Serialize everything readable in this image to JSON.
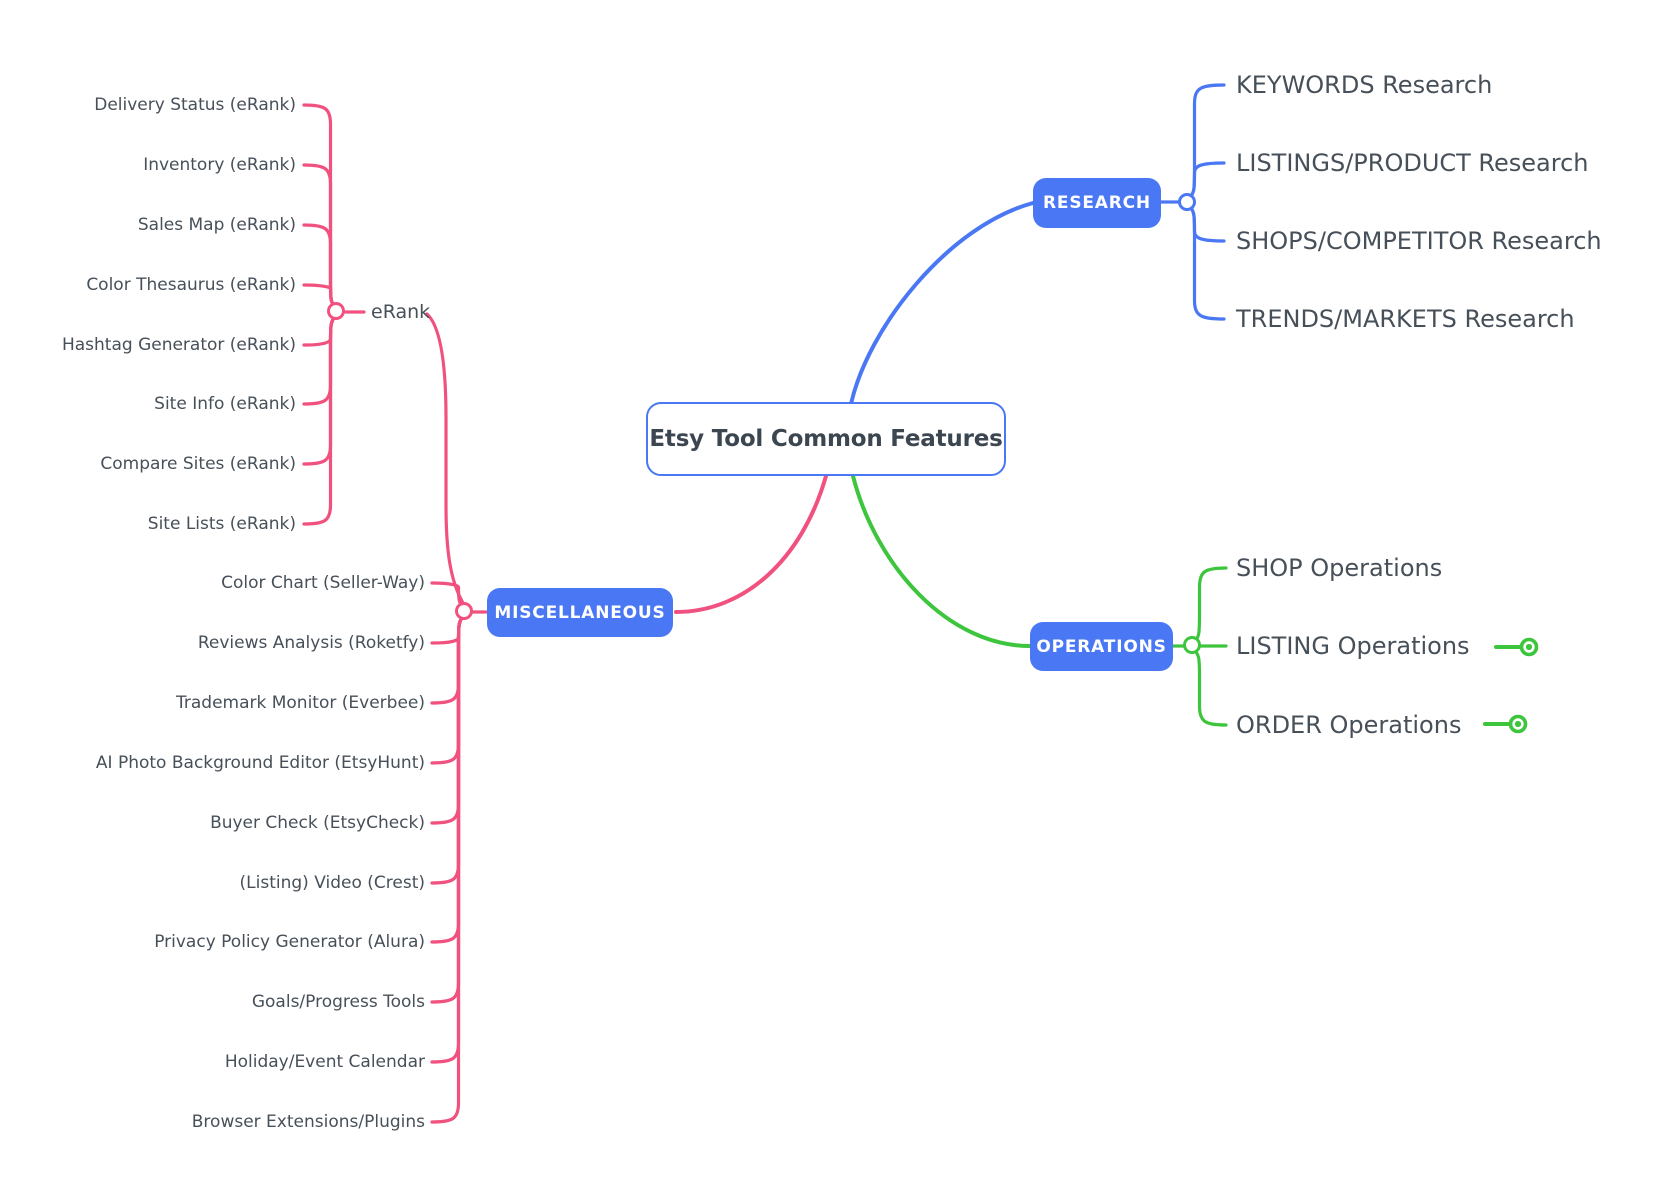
{
  "title": "Etsy Tool Common Features",
  "colors": {
    "blue": "#4A78F4",
    "green": "#3DC53D",
    "pink": "#F1517F",
    "text": "#475059"
  },
  "research": {
    "label": "RESEARCH",
    "children": [
      "KEYWORDS Research",
      "LISTINGS/PRODUCT Research",
      "SHOPS/COMPETITOR Research",
      "TRENDS/MARKETS Research"
    ]
  },
  "operations": {
    "label": "OPERATIONS",
    "children": [
      "SHOP Operations",
      "LISTING Operations",
      "ORDER Operations"
    ]
  },
  "miscellaneous": {
    "label": "MISCELLANEOUS",
    "items": [
      "Color Chart (Seller-Way)",
      "Reviews Analysis (Roketfy)",
      "Trademark Monitor (Everbee)",
      "AI Photo Background Editor (EtsyHunt)",
      "Buyer Check (EtsyCheck)",
      "(Listing) Video (Crest)",
      "Privacy Policy Generator (Alura)",
      "Goals/Progress Tools",
      "Holiday/Event Calendar",
      "Browser Extensions/Plugins"
    ]
  },
  "erank": {
    "label": "eRank",
    "children": [
      "Delivery Status (eRank)",
      "Inventory (eRank)",
      "Sales Map (eRank)",
      "Color Thesaurus (eRank)",
      "Hashtag Generator (eRank)",
      "Site Info (eRank)",
      "Compare Sites (eRank)",
      "Site Lists (eRank)"
    ]
  }
}
